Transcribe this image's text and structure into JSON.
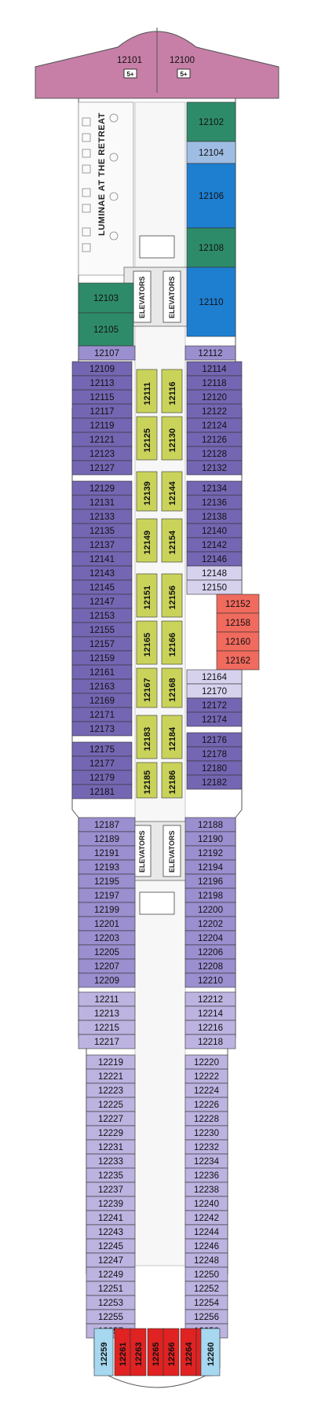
{
  "venue": "LUMINAE AT THE RETREAT",
  "elevators_label": "ELEVATORS",
  "badge_label": "5+",
  "colors": {
    "bow_suite": "#c77fa7",
    "green_suite": "#2e8b6a",
    "light_blue": "#9fbde3",
    "blue_suite": "#1e7fd1",
    "purple_dark": "#7566b3",
    "purple_mid": "#9b8fcf",
    "purple_light": "#bdb3e0",
    "lavender": "#d6d2ee",
    "yellow_green": "#c9d35a",
    "red_orange": "#f06a5e",
    "red_aft": "#e02222",
    "aft_light_blue": "#a6d8f0"
  },
  "bow": [
    "12101",
    "12100"
  ],
  "starboard_fwd": [
    "12102",
    "12104",
    "12106",
    "12108",
    "12110"
  ],
  "port_fwd": [
    "12103",
    "12105"
  ],
  "fwd_row": [
    "12107",
    "12112"
  ],
  "port_block1": [
    "12109",
    "12113",
    "12115",
    "12117",
    "12119",
    "12121",
    "12123",
    "12127"
  ],
  "star_block1": [
    "12114",
    "12118",
    "12120",
    "12122",
    "12124",
    "12126",
    "12128",
    "12132"
  ],
  "port_block2": [
    "12129",
    "12131",
    "12133",
    "12135",
    "12137",
    "12141",
    "12143",
    "12145",
    "12147",
    "12153",
    "12155",
    "12157",
    "12159",
    "12161",
    "12163",
    "12169",
    "12171",
    "12173"
  ],
  "star_block2": [
    "12134",
    "12136",
    "12138",
    "12140",
    "12142",
    "12146",
    "12148",
    "12150",
    "12164",
    "12170",
    "12172",
    "12174"
  ],
  "red_suites": [
    "12152",
    "12158",
    "12160",
    "12162"
  ],
  "port_block3": [
    "12175",
    "12177",
    "12179",
    "12181"
  ],
  "star_block3": [
    "12176",
    "12178",
    "12180",
    "12182"
  ],
  "inner_left": [
    "12111",
    "12125",
    "12139",
    "12149",
    "12151",
    "12165",
    "12167",
    "12183",
    "12185"
  ],
  "inner_right": [
    "12116",
    "12130",
    "12144",
    "12154",
    "12156",
    "12166",
    "12168",
    "12184",
    "12186"
  ],
  "port_mid": [
    "12187",
    "12189",
    "12191",
    "12193",
    "12195",
    "12197",
    "12199",
    "12201",
    "12203",
    "12205",
    "12207",
    "12209"
  ],
  "star_mid": [
    "12188",
    "12190",
    "12192",
    "12194",
    "12196",
    "12198",
    "12200",
    "12202",
    "12204",
    "12206",
    "12208",
    "12210"
  ],
  "port_aft1": [
    "12211",
    "12213",
    "12215",
    "12217"
  ],
  "star_aft1": [
    "12212",
    "12214",
    "12216",
    "12218"
  ],
  "port_aft2": [
    "12219",
    "12221",
    "12223",
    "12225",
    "12227",
    "12229",
    "12231",
    "12233",
    "12235",
    "12237",
    "12239",
    "12241",
    "12243",
    "12245",
    "12247",
    "12249",
    "12251",
    "12253",
    "12255",
    "12257"
  ],
  "star_aft2": [
    "12220",
    "12222",
    "12224",
    "12226",
    "12228",
    "12230",
    "12232",
    "12234",
    "12236",
    "12238",
    "12240",
    "12242",
    "12244",
    "12246",
    "12248",
    "12250",
    "12252",
    "12254",
    "12256",
    "12258"
  ],
  "stern": [
    "12259",
    "12261",
    "12263",
    "12265",
    "12266",
    "12264",
    "12262",
    "12260"
  ]
}
